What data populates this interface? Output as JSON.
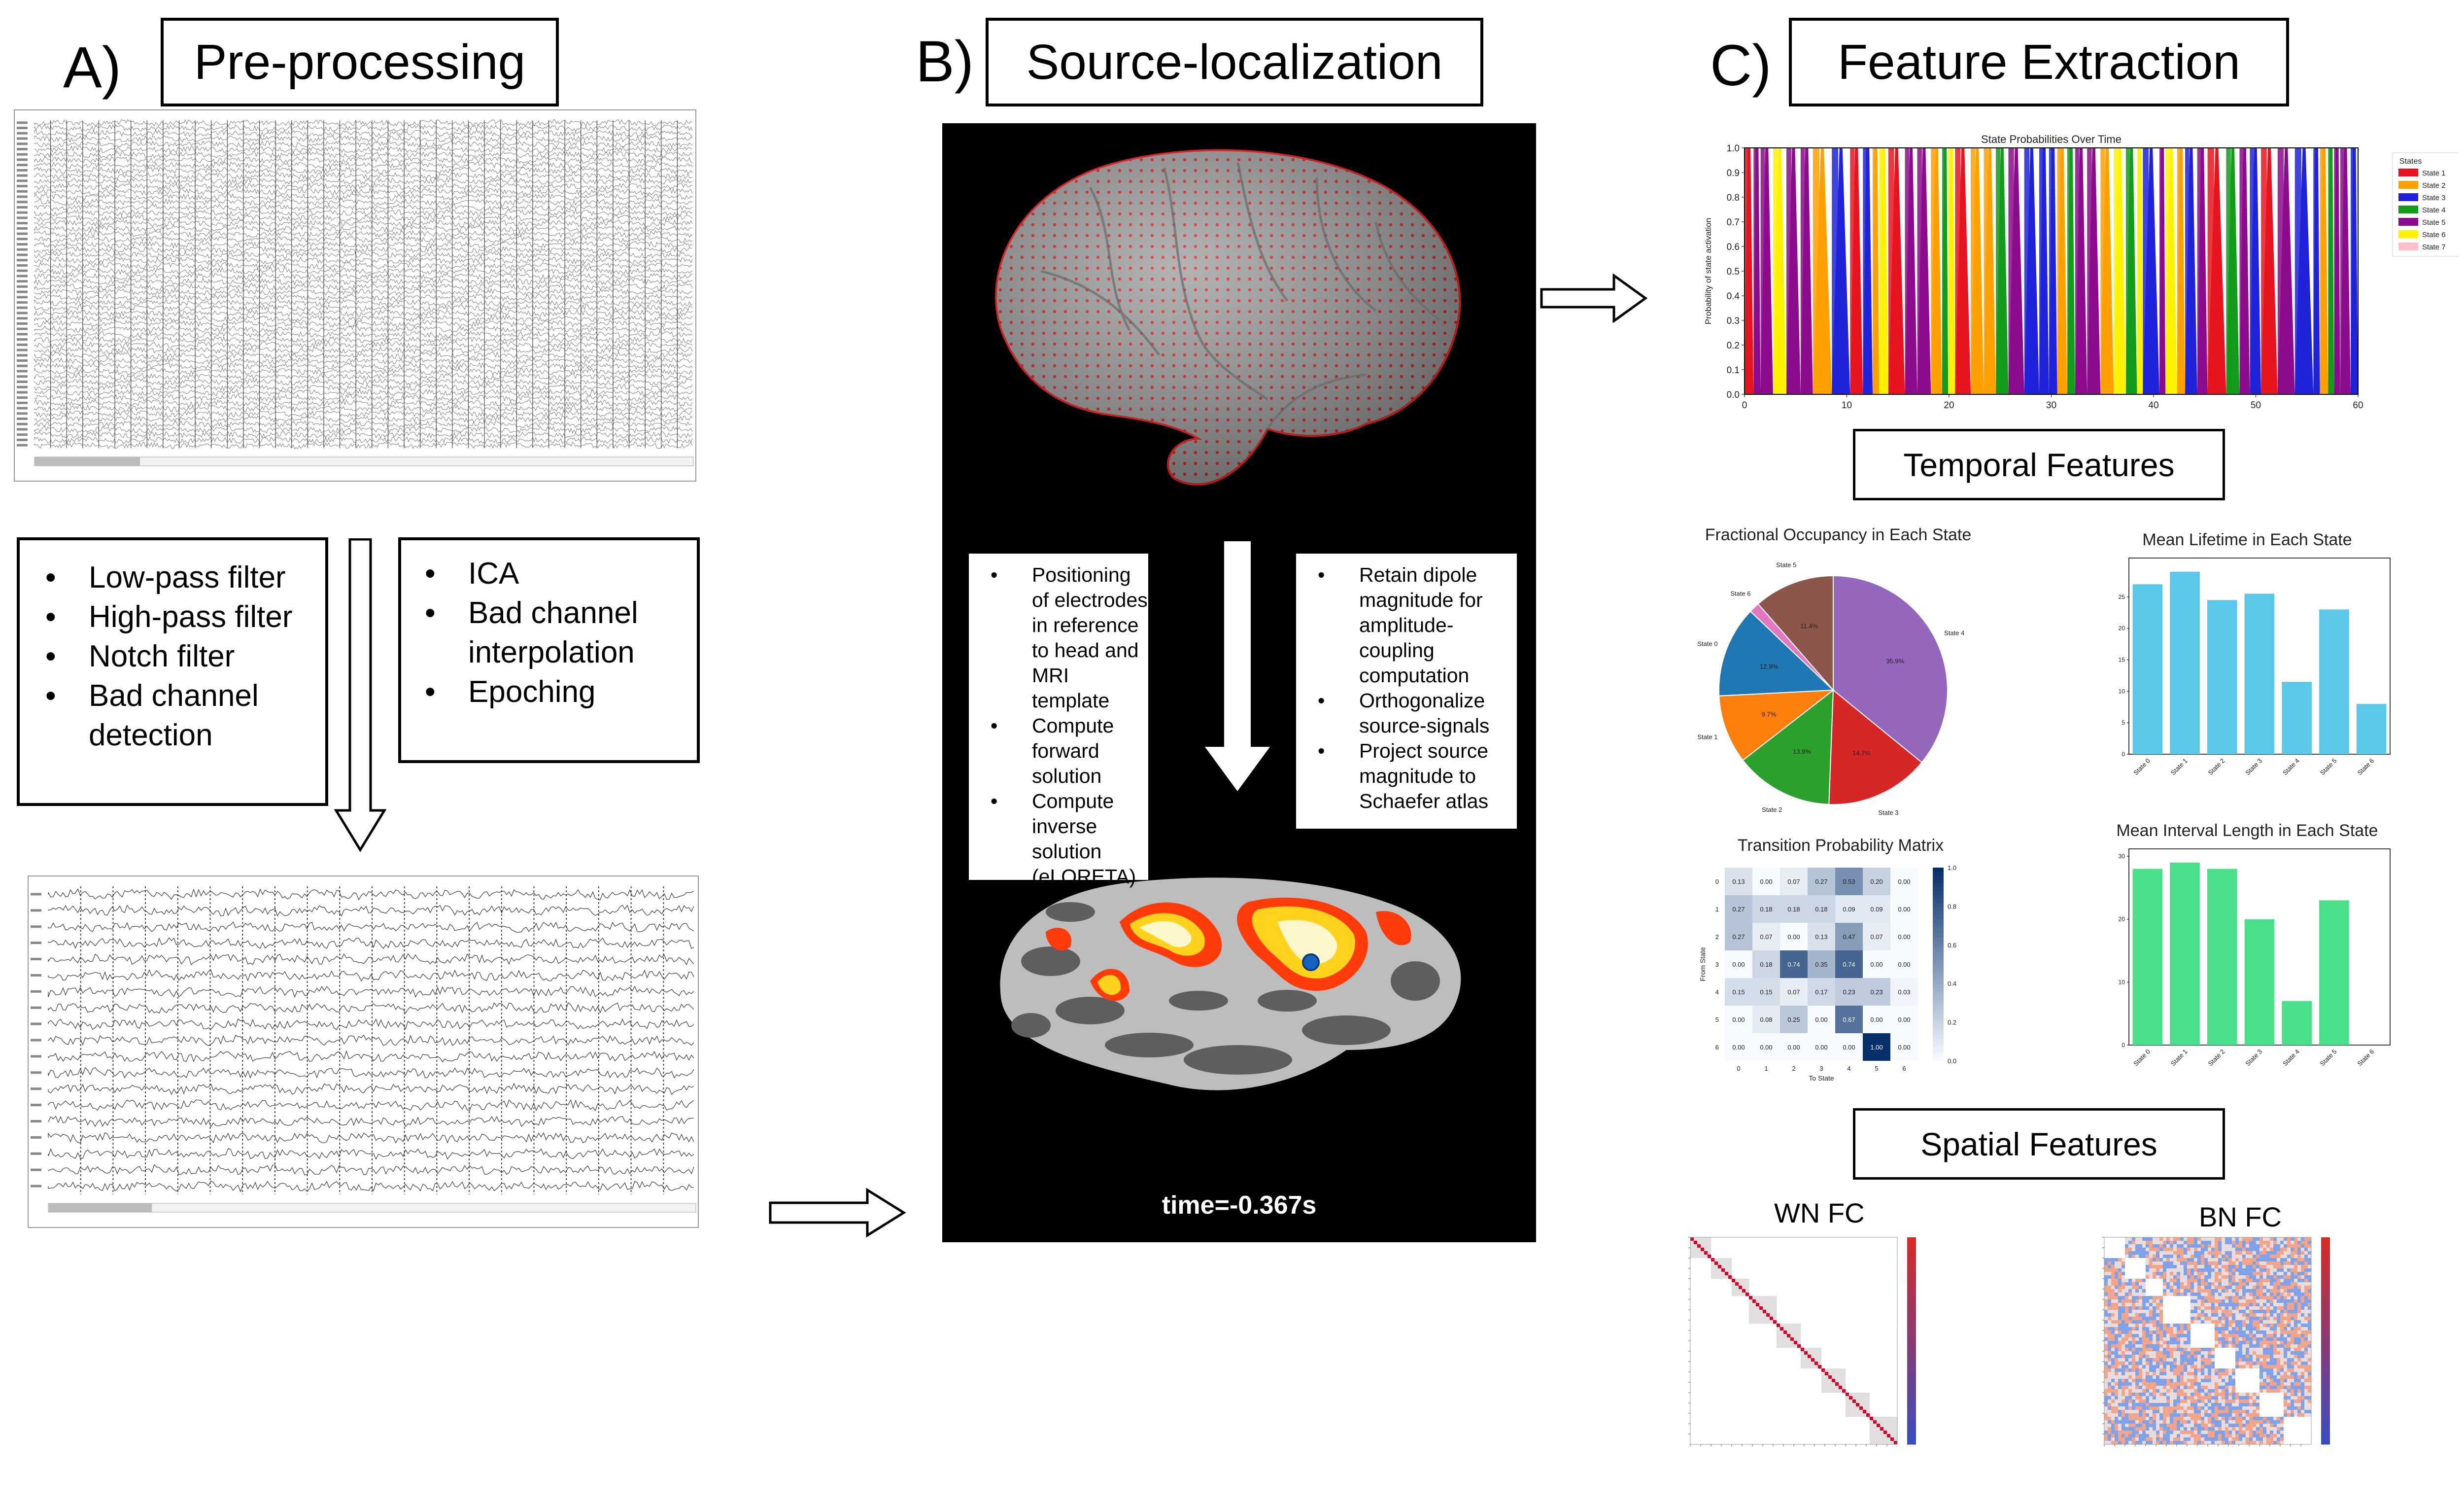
{
  "sections": {
    "a_letter": "A)",
    "a_title": "Pre-processing",
    "b_letter": "B)",
    "b_title": "Source-localization",
    "c_letter": "C)",
    "c_title": "Feature Extraction"
  },
  "preprocessing": {
    "box1": [
      "Low-pass filter",
      "High-pass filter",
      "Notch filter",
      "Bad channel detection"
    ],
    "box2": [
      "ICA",
      "Bad channel interpolation",
      "Epoching"
    ]
  },
  "source_localization": {
    "left_steps": [
      "Positioning of electrodes in reference to head and MRI template",
      "Compute forward solution",
      "Compute inverse solution (eLORETA)"
    ],
    "right_steps": [
      "Retain dipole magnitude for amplitude-coupling computation",
      "Orthogonalize source-signals",
      "Project source magnitude to Schaefer atlas"
    ],
    "time_label": "time=-0.367s"
  },
  "feature_extraction": {
    "temporal_title": "Temporal Features",
    "spatial_title": "Spatial Features",
    "wn_fc": "WN FC",
    "bn_fc": "BN FC"
  },
  "colors": {
    "state1": "#e6141e",
    "state2": "#ff9f00",
    "state3": "#1f22d9",
    "state4": "#139b1b",
    "state5": "#8c0a8c",
    "state6": "#fff200",
    "state7": "#ffc0cb",
    "pie_blue": "#1f77b4",
    "pie_orange": "#ff7f0e",
    "pie_green": "#2ca02c",
    "pie_red": "#d62728",
    "pie_purple": "#9467bd",
    "pie_brown": "#8c564b",
    "pie_pink": "#e377c2",
    "bar_cyan": "#5bc8ea",
    "bar_green": "#4ae08a"
  },
  "chart_data": [
    {
      "type": "area",
      "title": "State Probabilities Over Time",
      "ylabel": "Probability of state activation",
      "ylim": [
        0,
        1.0
      ],
      "xlim": [
        0,
        60
      ],
      "xticks": [
        0,
        10,
        20,
        30,
        40,
        50,
        60
      ],
      "yticks": [
        0.0,
        0.1,
        0.2,
        0.3,
        0.4,
        0.5,
        0.6,
        0.7,
        0.8,
        0.9,
        1.0
      ],
      "legend_title": "States",
      "legend_position": "right",
      "series": [
        {
          "name": "State 1"
        },
        {
          "name": "State 2"
        },
        {
          "name": "State 3"
        },
        {
          "name": "State 4"
        },
        {
          "name": "State 5"
        },
        {
          "name": "State 6"
        },
        {
          "name": "State 7"
        }
      ]
    },
    {
      "type": "pie",
      "title": "Fractional Occupancy in Each State",
      "labels": [
        "State 4",
        "State 3",
        "State 2",
        "State 1",
        "State 0",
        "State 6",
        "State 5"
      ],
      "values": [
        35.9,
        14.7,
        13.9,
        9.7,
        12.9,
        1.5,
        11.4
      ],
      "value_labels": [
        "35.9%",
        "14.7%",
        "13.9%",
        "9.7%",
        "12.9%",
        "",
        "11.4%"
      ]
    },
    {
      "type": "bar",
      "title": "Mean Lifetime in Each State",
      "categories": [
        "State 0",
        "State 1",
        "State 2",
        "State 3",
        "State 4",
        "State 5",
        "State 6"
      ],
      "values": [
        27,
        29,
        24.5,
        25.5,
        11.5,
        23,
        8
      ],
      "ylim": [
        0,
        30
      ],
      "yticks": [
        0,
        5,
        10,
        15,
        20,
        25
      ]
    },
    {
      "type": "heatmap",
      "title": "Transition Probability Matrix",
      "xlabel": "To State",
      "ylabel": "From State",
      "x": [
        0,
        1,
        2,
        3,
        4,
        5,
        6
      ],
      "y": [
        0,
        1,
        2,
        3,
        4,
        5,
        6
      ],
      "values": [
        [
          0.13,
          0.0,
          0.07,
          0.27,
          0.53,
          0.2,
          0.0
        ],
        [
          0.27,
          0.18,
          0.18,
          0.18,
          0.09,
          0.09,
          0.0
        ],
        [
          0.27,
          0.07,
          0.0,
          0.13,
          0.47,
          0.07,
          0.0
        ],
        [
          0.0,
          0.18,
          0.74,
          0.35,
          0.74,
          0.0,
          0.0
        ],
        [
          0.15,
          0.15,
          0.07,
          0.17,
          0.23,
          0.23,
          0.03
        ],
        [
          0.0,
          0.08,
          0.25,
          0.0,
          0.67,
          0.0,
          0.0
        ],
        [
          0.0,
          0.0,
          0.0,
          0.0,
          0.0,
          1.0,
          0.0
        ]
      ],
      "colorbar_ticks": [
        0.0,
        0.2,
        0.4,
        0.6,
        0.8,
        1.0
      ]
    },
    {
      "type": "bar",
      "title": "Mean Interval Length in Each State",
      "categories": [
        "State 0",
        "State 1",
        "State 2",
        "State 3",
        "State 4",
        "State 5",
        "State 6"
      ],
      "values": [
        28,
        29,
        28,
        20,
        7,
        23,
        0
      ],
      "ylim": [
        0,
        30
      ],
      "yticks": [
        0,
        10,
        20,
        30
      ]
    }
  ]
}
